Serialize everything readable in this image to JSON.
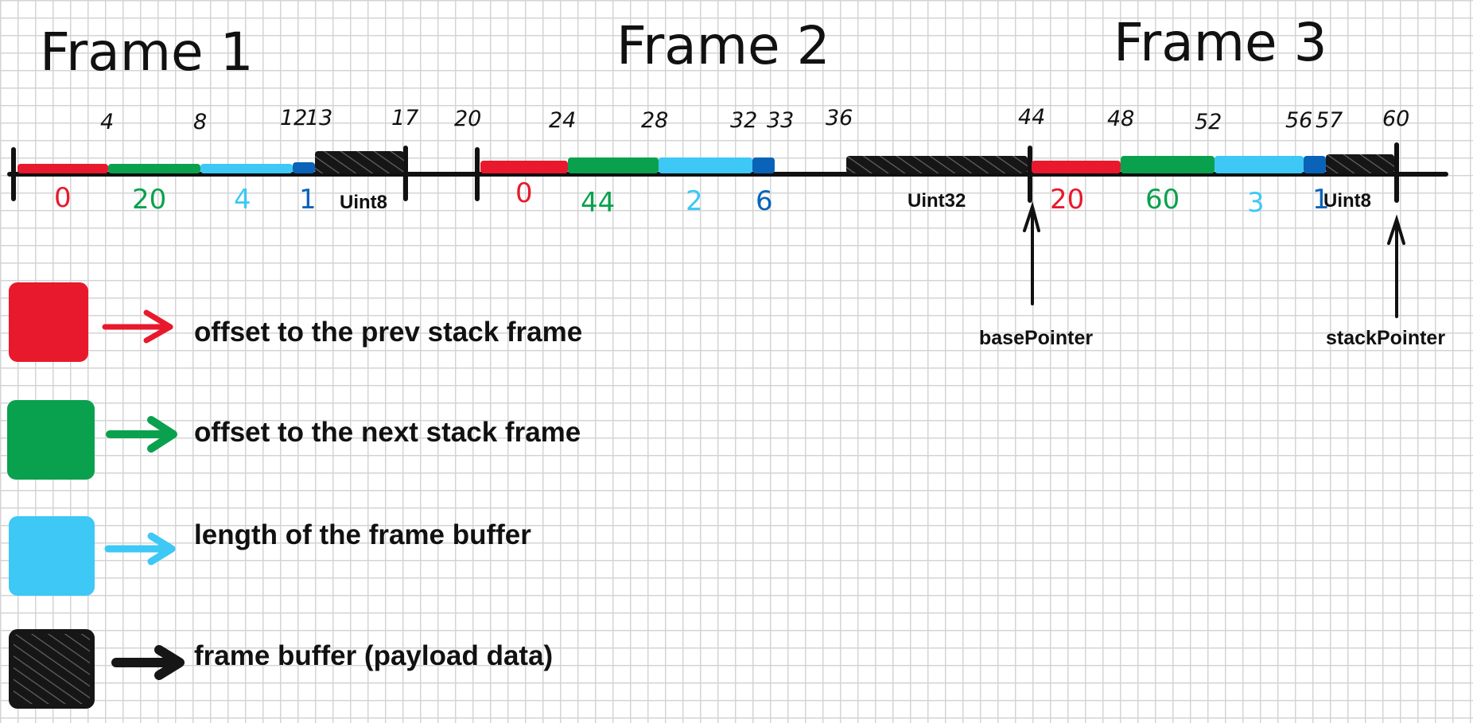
{
  "frames": [
    {
      "title": "Frame 1",
      "ticks": [
        "4",
        "8",
        "12",
        "13",
        "17"
      ],
      "values": [
        "0",
        "20",
        "4",
        "1"
      ],
      "buffer_type": "Uint8"
    },
    {
      "title": "Frame 2",
      "ticks": [
        "20",
        "24",
        "28",
        "32",
        "33",
        "36"
      ],
      "values": [
        "0",
        "44",
        "2",
        "6"
      ],
      "buffer_type": "Uint32"
    },
    {
      "title": "Frame 3",
      "ticks": [
        "44",
        "48",
        "52",
        "56",
        "57",
        "60"
      ],
      "values": [
        "20",
        "60",
        "3",
        "1"
      ],
      "buffer_type": "Uint8"
    }
  ],
  "pointers": {
    "base": "basePointer",
    "stack": "stackPointer"
  },
  "legend": [
    {
      "key": "prev",
      "color": "#e8192c",
      "text": "offset to the prev stack frame",
      "icon": "red-swatch-icon"
    },
    {
      "key": "next",
      "color": "#0aa14e",
      "text": "offset to the next stack frame",
      "icon": "green-swatch-icon"
    },
    {
      "key": "length",
      "color": "#3dc8f5",
      "text": "length of the frame buffer",
      "icon": "light-blue-swatch-icon"
    },
    {
      "key": "buffer",
      "color": "#161616",
      "text": "frame buffer (payload data)",
      "icon": "black-swatch-icon"
    }
  ],
  "colors": {
    "prev": "#e8192c",
    "next": "#0aa14e",
    "length": "#3dc8f5",
    "flag": "#0a63b8",
    "buffer": "#161616",
    "line": "#111111"
  }
}
